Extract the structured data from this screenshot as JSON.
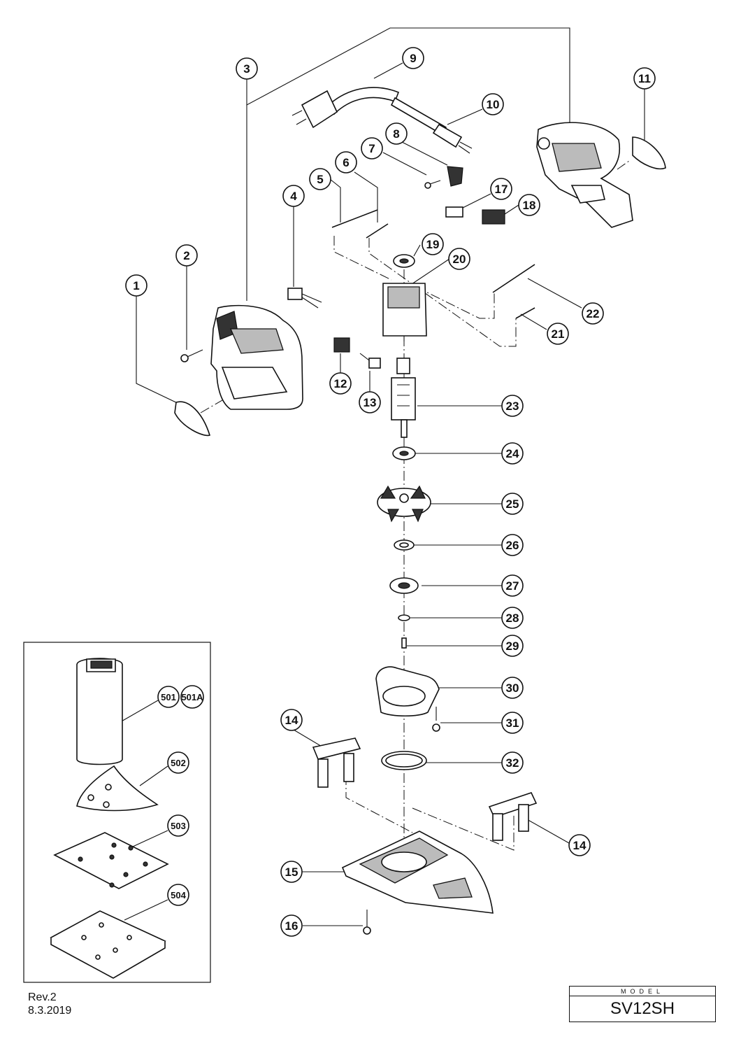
{
  "callouts": {
    "c1": "1",
    "c2": "2",
    "c3": "3",
    "c4": "4",
    "c5": "5",
    "c6": "6",
    "c7": "7",
    "c8": "8",
    "c9": "9",
    "c10": "10",
    "c11": "11",
    "c12": "12",
    "c13": "13",
    "c14a": "14",
    "c14b": "14",
    "c15": "15",
    "c16": "16",
    "c17": "17",
    "c18": "18",
    "c19": "19",
    "c20": "20",
    "c21": "21",
    "c22": "22",
    "c23": "23",
    "c24": "24",
    "c25": "25",
    "c26": "26",
    "c27": "27",
    "c28": "28",
    "c29": "29",
    "c30": "30",
    "c31": "31",
    "c32": "32",
    "c501": "501",
    "c501a": "501A",
    "c502": "502",
    "c503": "503",
    "c504": "504"
  },
  "revision": {
    "label": "Rev.2",
    "date": "8.3.2019"
  },
  "model": {
    "label": "MODEL",
    "name": "SV12SH"
  }
}
